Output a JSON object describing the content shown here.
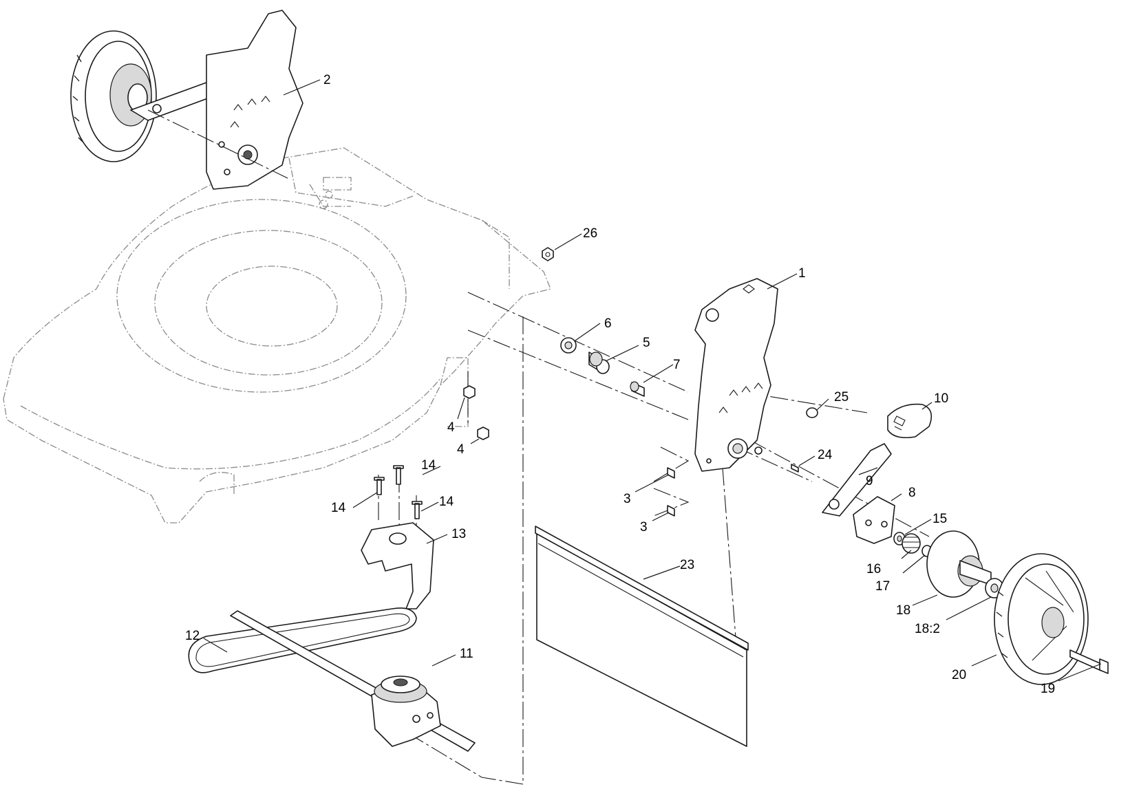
{
  "callouts": [
    {
      "id": "c1",
      "label": "1"
    },
    {
      "id": "c2",
      "label": "2"
    },
    {
      "id": "c3a",
      "label": "3"
    },
    {
      "id": "c3b",
      "label": "3"
    },
    {
      "id": "c4a",
      "label": "4"
    },
    {
      "id": "c4b",
      "label": "4"
    },
    {
      "id": "c5",
      "label": "5"
    },
    {
      "id": "c6",
      "label": "6"
    },
    {
      "id": "c7",
      "label": "7"
    },
    {
      "id": "c8",
      "label": "8"
    },
    {
      "id": "c9",
      "label": "9"
    },
    {
      "id": "c10",
      "label": "10"
    },
    {
      "id": "c11",
      "label": "11"
    },
    {
      "id": "c12",
      "label": "12"
    },
    {
      "id": "c13",
      "label": "13"
    },
    {
      "id": "c14a",
      "label": "14"
    },
    {
      "id": "c14b",
      "label": "14"
    },
    {
      "id": "c14c",
      "label": "14"
    },
    {
      "id": "c15",
      "label": "15"
    },
    {
      "id": "c16",
      "label": "16"
    },
    {
      "id": "c17",
      "label": "17"
    },
    {
      "id": "c18",
      "label": "18"
    },
    {
      "id": "c18b",
      "label": "18:2"
    },
    {
      "id": "c19",
      "label": "19"
    },
    {
      "id": "c20",
      "label": "20"
    },
    {
      "id": "c23",
      "label": "23"
    },
    {
      "id": "c24",
      "label": "24"
    },
    {
      "id": "c25",
      "label": "25"
    },
    {
      "id": "c26",
      "label": "26"
    }
  ],
  "colors": {
    "line": "#1a1a1a",
    "ghost": "#8a8a8a",
    "background": "#ffffff"
  }
}
